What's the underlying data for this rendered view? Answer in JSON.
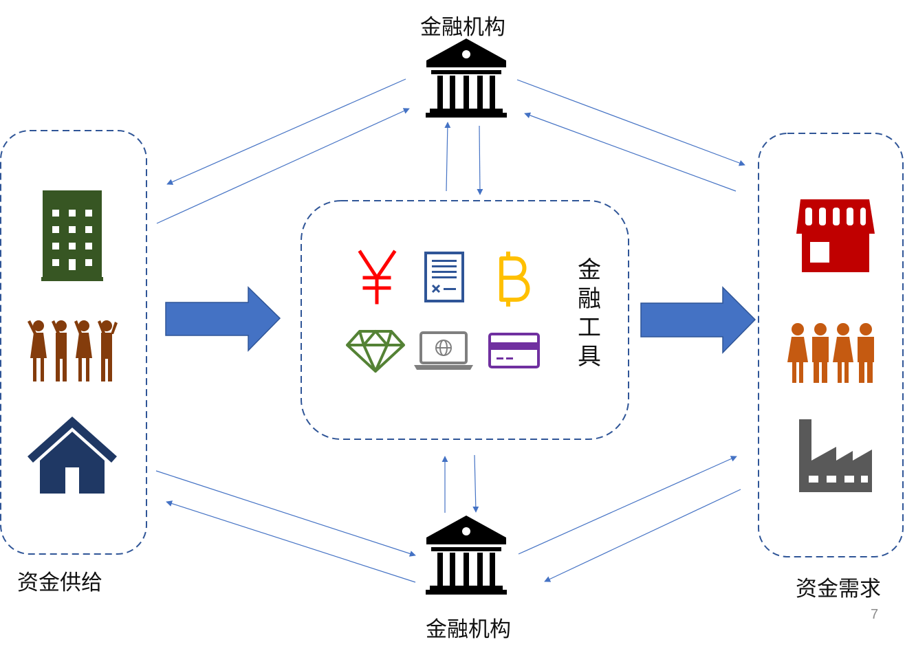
{
  "labels": {
    "top_institution": "金融机构",
    "bottom_institution": "金融机构",
    "supply": "资金供给",
    "demand": "资金需求",
    "instruments_chars": [
      "金",
      "融",
      "工",
      "具"
    ]
  },
  "page_number": "7",
  "colors": {
    "dash_border": "#2f5597",
    "arrow_fill": "#4472c4",
    "arrow_stroke": "#2f5597",
    "thin_arrow": "#4472c4",
    "office_building": "#375623",
    "supply_people": "#843c0c",
    "supply_house": "#1f3864",
    "shop": "#c00000",
    "demand_people": "#c55a11",
    "factory": "#595959",
    "yuan": "#ff0000",
    "document": "#2f5597",
    "bitcoin": "#ffc000",
    "diamond": "#548235",
    "laptop": "#7f7f7f",
    "card": "#7030a0",
    "bank": "#000000"
  },
  "icons": {
    "supply": [
      "office-building-icon",
      "people-group-icon",
      "house-icon"
    ],
    "demand": [
      "storefront-icon",
      "people-group-icon",
      "factory-icon"
    ],
    "instruments": [
      "yuan-icon",
      "document-icon",
      "bitcoin-icon",
      "diamond-icon",
      "laptop-icon",
      "credit-card-icon"
    ],
    "institution": "bank-icon"
  }
}
